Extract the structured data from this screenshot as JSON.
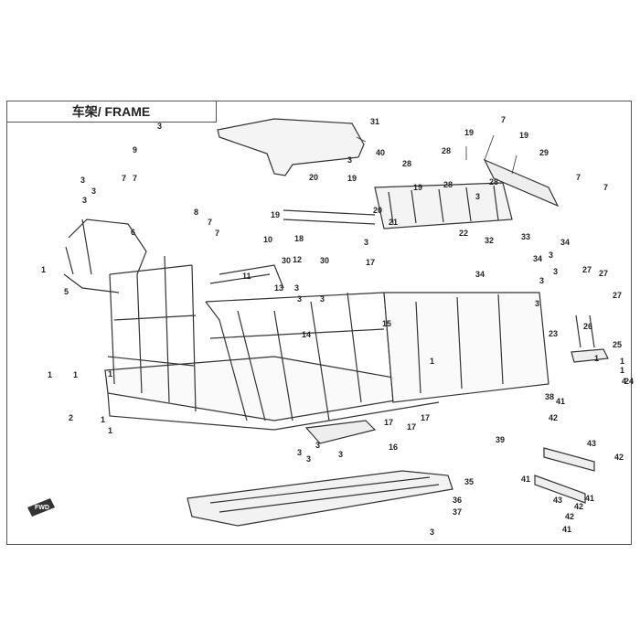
{
  "title": "车架/ FRAME",
  "fwd_label": "FWD",
  "callouts": [
    {
      "n": "1"
    },
    {
      "n": "1"
    },
    {
      "n": "1"
    },
    {
      "n": "1"
    },
    {
      "n": "1"
    },
    {
      "n": "1"
    },
    {
      "n": "1"
    },
    {
      "n": "1"
    },
    {
      "n": "1"
    },
    {
      "n": "1"
    },
    {
      "n": "2"
    },
    {
      "n": "3"
    },
    {
      "n": "3"
    },
    {
      "n": "3"
    },
    {
      "n": "3"
    },
    {
      "n": "3"
    },
    {
      "n": "3"
    },
    {
      "n": "3"
    },
    {
      "n": "3"
    },
    {
      "n": "3"
    },
    {
      "n": "3"
    },
    {
      "n": "3"
    },
    {
      "n": "3"
    },
    {
      "n": "3"
    },
    {
      "n": "3"
    },
    {
      "n": "3"
    },
    {
      "n": "3"
    },
    {
      "n": "3"
    },
    {
      "n": "3"
    },
    {
      "n": "3"
    },
    {
      "n": "4"
    },
    {
      "n": "5"
    },
    {
      "n": "6"
    },
    {
      "n": "7"
    },
    {
      "n": "7"
    },
    {
      "n": "7"
    },
    {
      "n": "7"
    },
    {
      "n": "7"
    },
    {
      "n": "7"
    },
    {
      "n": "7"
    },
    {
      "n": "8"
    },
    {
      "n": "9"
    },
    {
      "n": "10"
    },
    {
      "n": "11"
    },
    {
      "n": "12"
    },
    {
      "n": "13"
    },
    {
      "n": "14"
    },
    {
      "n": "15"
    },
    {
      "n": "16"
    },
    {
      "n": "17"
    },
    {
      "n": "17"
    },
    {
      "n": "17"
    },
    {
      "n": "17"
    },
    {
      "n": "18"
    },
    {
      "n": "19"
    },
    {
      "n": "19"
    },
    {
      "n": "19"
    },
    {
      "n": "19"
    },
    {
      "n": "19"
    },
    {
      "n": "20"
    },
    {
      "n": "20"
    },
    {
      "n": "21"
    },
    {
      "n": "22"
    },
    {
      "n": "23"
    },
    {
      "n": "24"
    },
    {
      "n": "25"
    },
    {
      "n": "26"
    },
    {
      "n": "27"
    },
    {
      "n": "27"
    },
    {
      "n": "27"
    },
    {
      "n": "28"
    },
    {
      "n": "28"
    },
    {
      "n": "28"
    },
    {
      "n": "28"
    },
    {
      "n": "29"
    },
    {
      "n": "30"
    },
    {
      "n": "30"
    },
    {
      "n": "31"
    },
    {
      "n": "32"
    },
    {
      "n": "33"
    },
    {
      "n": "34"
    },
    {
      "n": "34"
    },
    {
      "n": "34"
    },
    {
      "n": "35"
    },
    {
      "n": "36"
    },
    {
      "n": "37"
    },
    {
      "n": "38"
    },
    {
      "n": "39"
    },
    {
      "n": "40"
    },
    {
      "n": "41"
    },
    {
      "n": "41"
    },
    {
      "n": "41"
    },
    {
      "n": "41"
    },
    {
      "n": "42"
    },
    {
      "n": "42"
    },
    {
      "n": "42"
    },
    {
      "n": "42"
    },
    {
      "n": "43"
    },
    {
      "n": "43"
    }
  ]
}
